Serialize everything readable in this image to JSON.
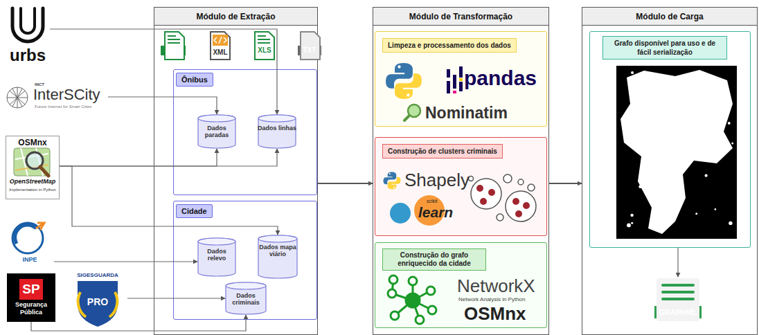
{
  "diagram": {
    "nodes": [
      {
        "text": [
          "urbs"
        ]
      },
      {
        "text": [
          "INCT",
          "InterSCity",
          "Future Internet for Smart Cities"
        ]
      },
      {
        "text": [
          "OSMnx",
          "OpenStreetMap",
          "Implementation in Python"
        ]
      },
      {
        "text": [
          "INPE"
        ]
      },
      {
        "text": [
          "SP",
          "Segurança Pública"
        ]
      },
      {
        "text": [
          "SIGESGUARDA",
          "PRO"
        ]
      },
      {
        "text": [
          "Módulo de Extração"
        ]
      },
      {
        "text": [
          "Ônibus"
        ],
        "in": 6
      },
      {
        "text": [
          "Dados paradas"
        ],
        "in": 7
      },
      {
        "text": [
          "Dados linhas"
        ],
        "in": 7
      },
      {
        "text": [
          "Cidade"
        ],
        "in": 6
      },
      {
        "text": [
          "Dados relevo"
        ],
        "in": 10
      },
      {
        "text": [
          "Dados mapa viário"
        ],
        "in": 10
      },
      {
        "text": [
          "Dados criminais"
        ],
        "in": 10
      },
      {
        "text": [
          "Módulo de Transformação"
        ]
      },
      {
        "text": [
          "Limpeza e processamento dos dados",
          "pandas",
          "Nominatim"
        ],
        "in": 14
      },
      {
        "text": [
          "Construção de clusters criminais",
          "Shapely",
          "scikit",
          "learn"
        ],
        "in": 14
      },
      {
        "text": [
          "Construção do grafo enriquecido da cidade",
          "NetworkX",
          "Network Analysis in Python",
          "OSMnx"
        ],
        "in": 14
      },
      {
        "text": [
          "Módulo de Carga"
        ]
      },
      {
        "text": [
          "Grafo disponível para uso e de fácil serialização"
        ],
        "in": 18
      },
      {
        "text": [
          "GRAPHML"
        ],
        "in": 18
      }
    ],
    "edges": [
      {
        "from": 0,
        "to": 9,
        "arrow": "to"
      },
      {
        "from": 1,
        "to": 8,
        "arrow": "to"
      },
      {
        "from": 2,
        "to": 8,
        "arrow": "to"
      },
      {
        "from": 2,
        "to": 9,
        "arrow": "to"
      },
      {
        "from": 2,
        "to": 12,
        "arrow": "to"
      },
      {
        "from": 3,
        "to": 11,
        "arrow": "to"
      },
      {
        "from": 5,
        "to": 13,
        "arrow": "to"
      },
      {
        "from": 4,
        "to": 13,
        "arrow": "to"
      },
      {
        "from": 6,
        "to": 14,
        "arrow": "to"
      },
      {
        "from": 14,
        "to": 18,
        "arrow": "to"
      },
      {
        "from": 19,
        "to": 20,
        "arrow": "to"
      }
    ],
    "labels": [
      "CSV",
      "XML",
      "XLS",
      "TXT"
    ]
  }
}
